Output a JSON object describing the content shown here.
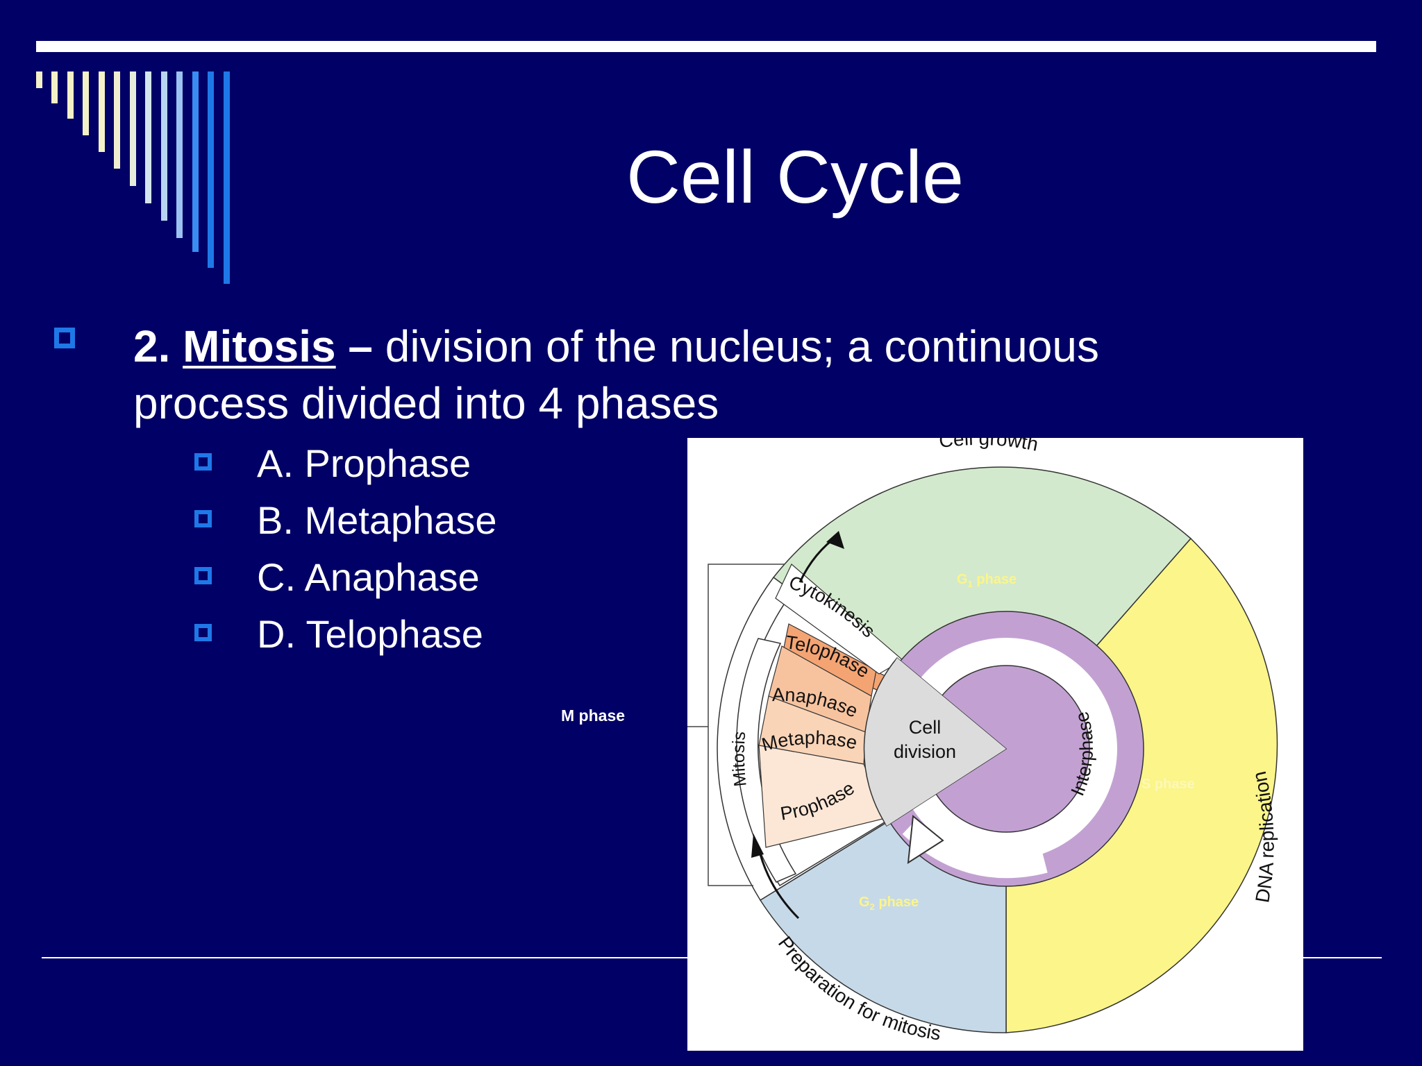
{
  "slide": {
    "title": "Cell Cycle",
    "main_bullet": {
      "number": "2.",
      "term": "Mitosis",
      "dash": " –",
      "definition": " division of the nucleus; a continuous process divided into 4 phases"
    },
    "sub_bullets": [
      "A. Prophase",
      "B. Metaphase",
      "C. Anaphase",
      "D. Telophase"
    ],
    "side_label": "M phase"
  },
  "figure": {
    "outer_labels": {
      "cell_growth": "Cell growth",
      "dna_replication": "DNA replication",
      "preparation": "Preparation for mitosis"
    },
    "phase_labels": {
      "g1_main": "G",
      "g1_sub": "1",
      "g1_rest": " phase",
      "s": "S phase",
      "g2_main": "G",
      "g2_sub": "2",
      "g2_rest": "  phase"
    },
    "m_phase_labels": {
      "cytokinesis": "Cytokinesis",
      "telophase": "Telophase",
      "anaphase": "Anaphase",
      "metaphase": "Metaphase",
      "prophase": "Prophase",
      "mitosis": "Mitosis"
    },
    "center_labels": {
      "cell": "Cell",
      "division": "division",
      "interphase": "Interphase"
    },
    "colors": {
      "g1": "#d3e9cd",
      "s": "#fbf58a",
      "g2": "#c6d9e8",
      "purple": "#c2a1d2",
      "cell_division": "#dcdcdc",
      "telophase": "#f4a473",
      "anaphase": "#f7c39f",
      "metaphase": "#f9d4b7",
      "prophase": "#fce7d7"
    }
  }
}
